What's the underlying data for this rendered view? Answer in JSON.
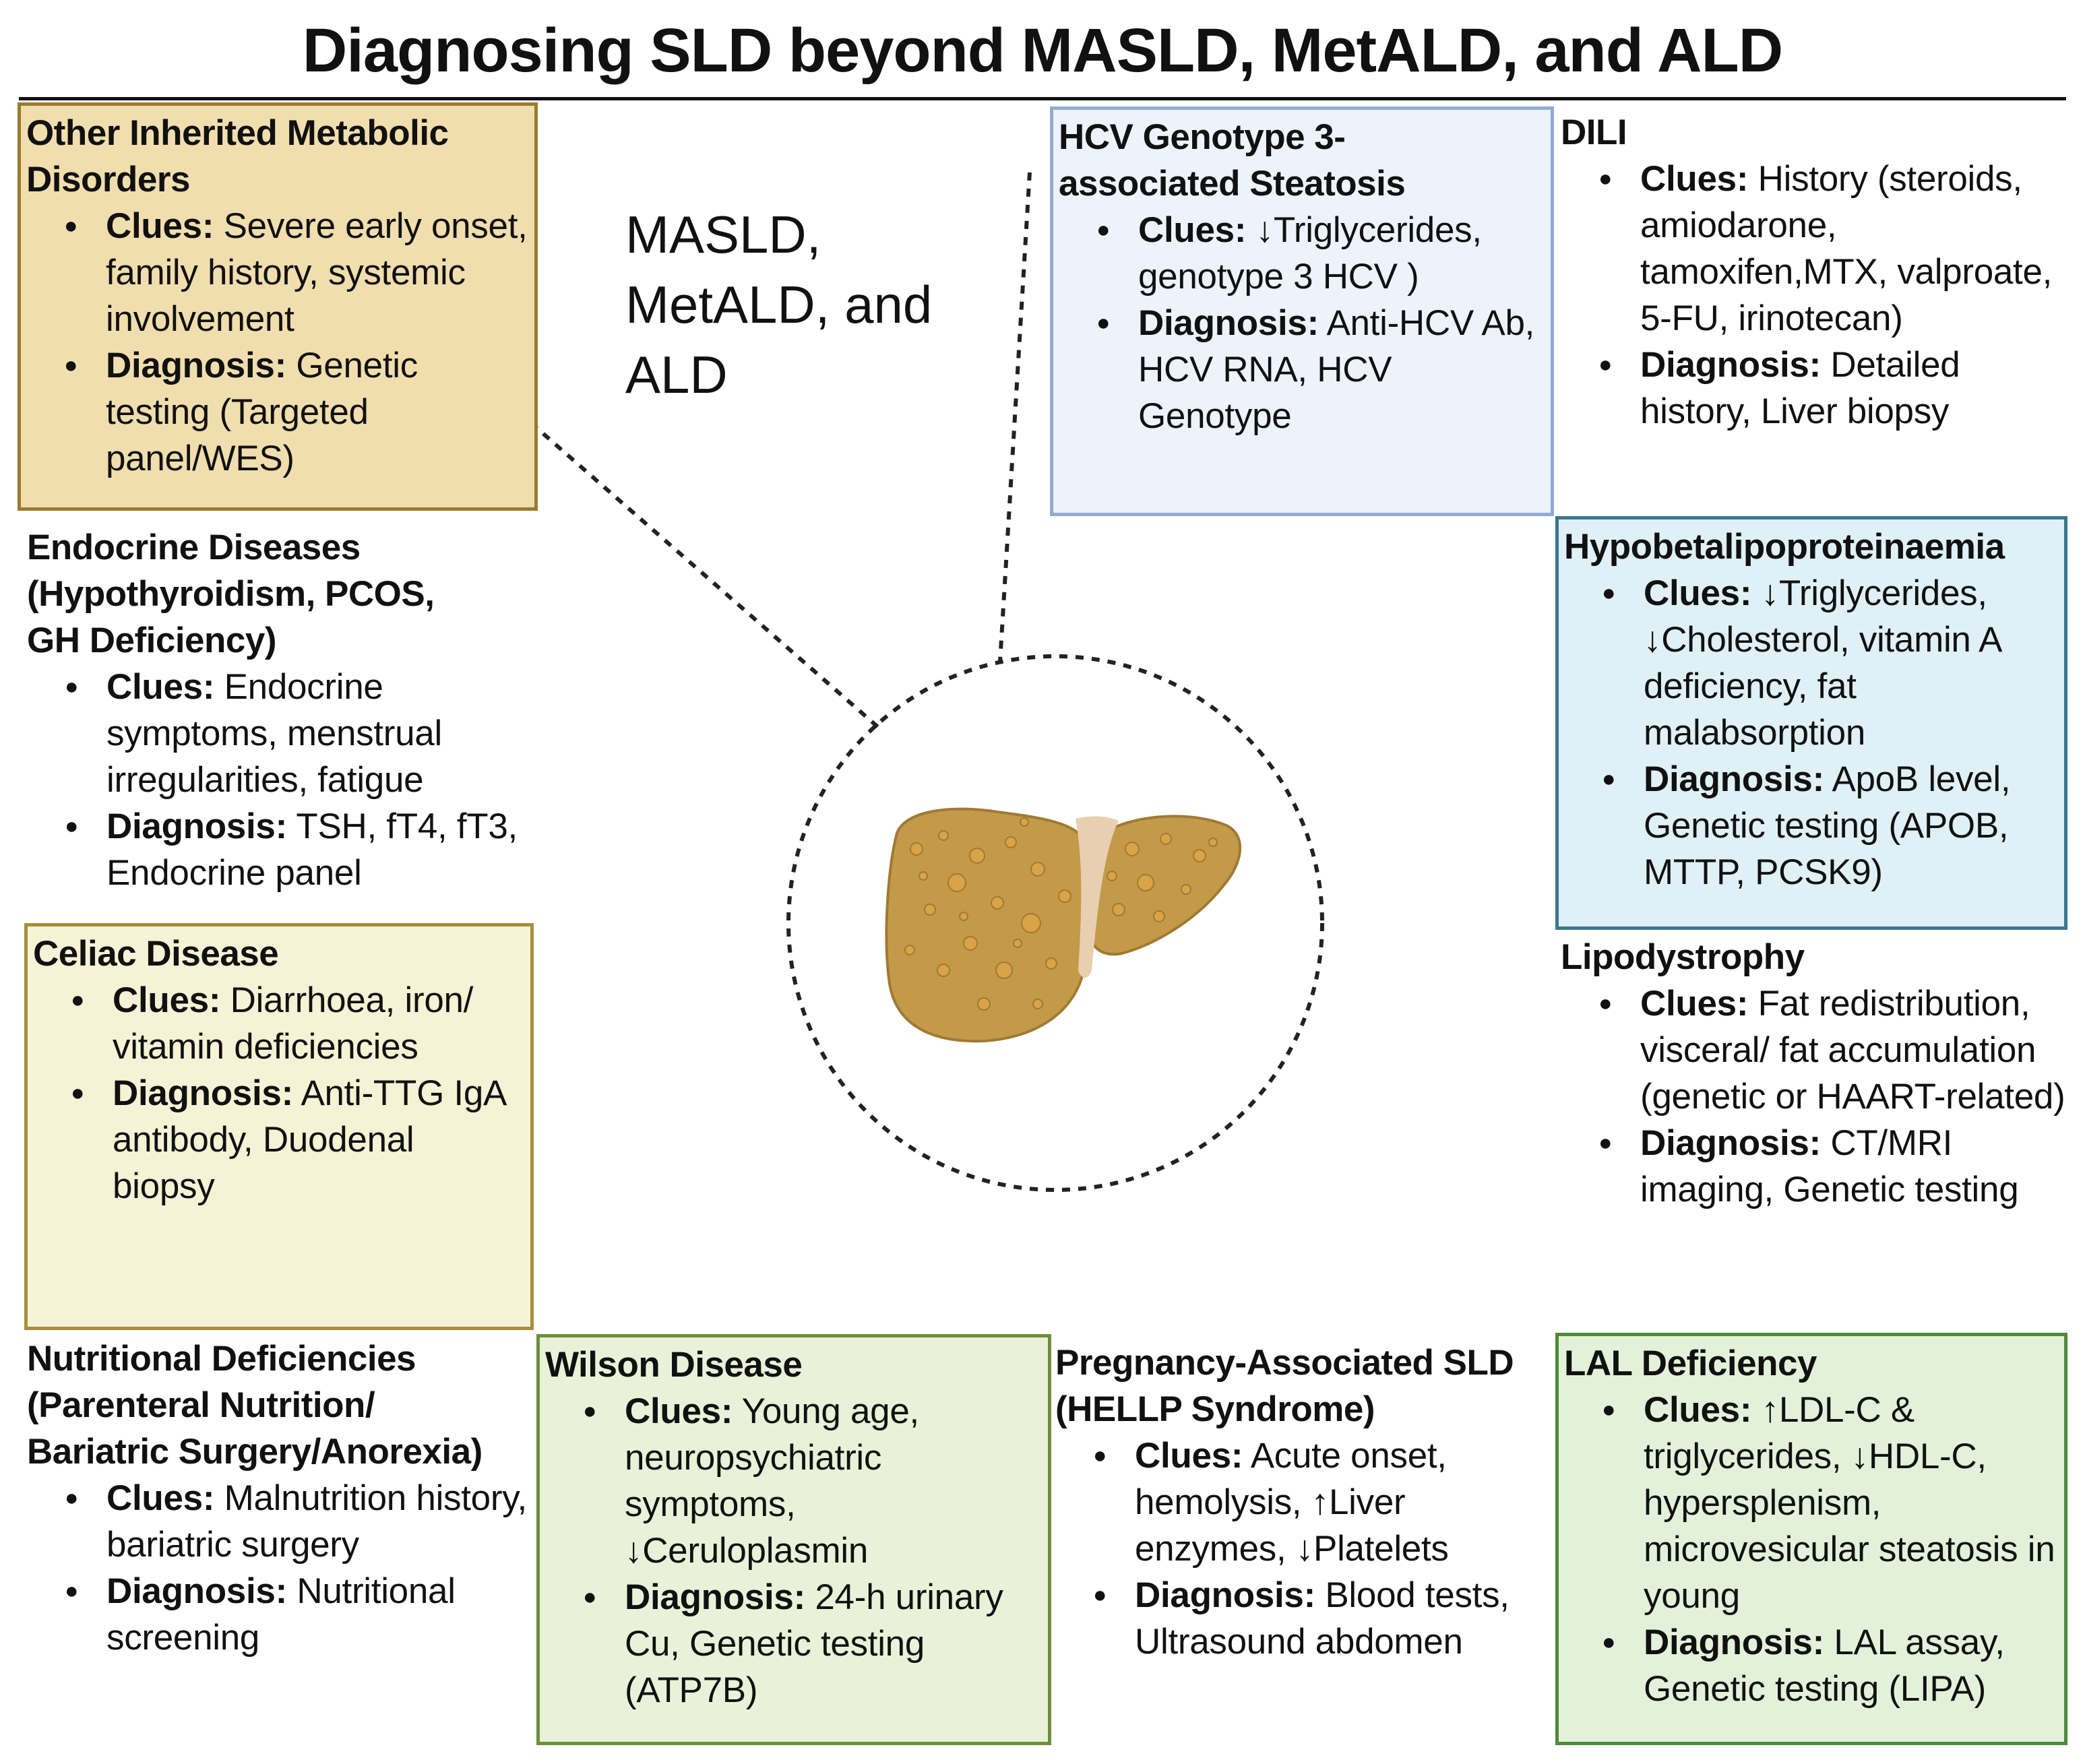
{
  "title": "Diagnosing SLD beyond MASLD, MetALD, and ALD",
  "center_label": [
    "MASLD,",
    "MetALD, and",
    "ALD"
  ],
  "clues_label": "Clues:",
  "diagnosis_label": "Diagnosis:",
  "boxes": {
    "inherited": {
      "heading": [
        "Other Inherited Metabolic",
        "Disorders"
      ],
      "clues": "Severe early onset, family history, systemic involvement",
      "diagnosis": "Genetic testing (Targeted panel/WES)",
      "fill": "#f1deae",
      "border": "#9a7a2e"
    },
    "endocrine": {
      "heading": [
        "Endocrine Diseases",
        "(Hypothyroidism, PCOS,",
        "GH Deficiency)"
      ],
      "clues": "Endocrine symptoms, menstrual irregularities, fatigue",
      "diagnosis": "TSH, fT4, fT3, Endocrine panel"
    },
    "celiac": {
      "heading": [
        "Celiac Disease"
      ],
      "clues": "Diarrhoea, iron/ vitamin deficiencies",
      "diagnosis": "Anti-TTG IgA antibody, Duodenal biopsy",
      "fill": "#f5f2d5",
      "border": "#a88e3a"
    },
    "nutritional": {
      "heading": [
        "Nutritional Deficiencies",
        "(Parenteral Nutrition/",
        "Bariatric Surgery/Anorexia)"
      ],
      "clues": "Malnutrition history, bariatric surgery",
      "diagnosis": "Nutritional screening"
    },
    "wilson": {
      "heading": [
        "Wilson Disease"
      ],
      "clues": "Young age, neuropsychiatric symptoms, ↓Ceruloplasmin",
      "diagnosis": "24-h urinary Cu, Genetic testing (ATP7B)",
      "fill": "#e9f2d8",
      "border": "#6d8f3a"
    },
    "hcv": {
      "heading": [
        "HCV Genotype 3-",
        "associated Steatosis"
      ],
      "clues": "↓Triglycerides, genotype 3 HCV )",
      "diagnosis": "Anti-HCV Ab, HCV RNA, HCV Genotype",
      "fill": "#ecf3fb",
      "border": "#93aad3"
    },
    "dili": {
      "heading": [
        "DILI"
      ],
      "clues": "History (steroids, amiodarone, tamoxifen,MTX, valproate, 5-FU, irinotecan)",
      "diagnosis": "Detailed history, Liver biopsy"
    },
    "hypo": {
      "heading": [
        "Hypobetalipoproteinaemia"
      ],
      "clues": "↓Triglycerides, ↓Cholesterol, vitamin A deficiency, fat malabsorption",
      "diagnosis": "ApoB level, Genetic testing (APOB, MTTP, PCSK9)",
      "fill": "#dff0f6",
      "border": "#3a7790"
    },
    "lipo": {
      "heading": [
        "Lipodystrophy"
      ],
      "clues": "Fat redistribution, visceral/ fat accumulation (genetic or HAART-related)",
      "diagnosis": "CT/MRI imaging, Genetic testing"
    },
    "pregnancy": {
      "heading": [
        "Pregnancy-Associated SLD",
        "(HELLP Syndrome)"
      ],
      "clues": "Acute onset, hemolysis, ↑Liver enzymes, ↓Platelets",
      "diagnosis": "Blood tests, Ultrasound abdomen"
    },
    "lal": {
      "heading": [
        "LAL Deficiency"
      ],
      "clues": "↑LDL-C & triglycerides, ↓HDL-C, hypersplenism, microvesicular steatosis in young",
      "diagnosis": "LAL assay, Genetic testing (LIPA)",
      "fill": "#e3f1da",
      "border": "#4f8a3a"
    }
  },
  "liver_colors": {
    "lobe": "#c29a4a",
    "lobe_edge": "#a07a33",
    "spot": "#d9a348",
    "ligament": "#e8cfb0"
  }
}
